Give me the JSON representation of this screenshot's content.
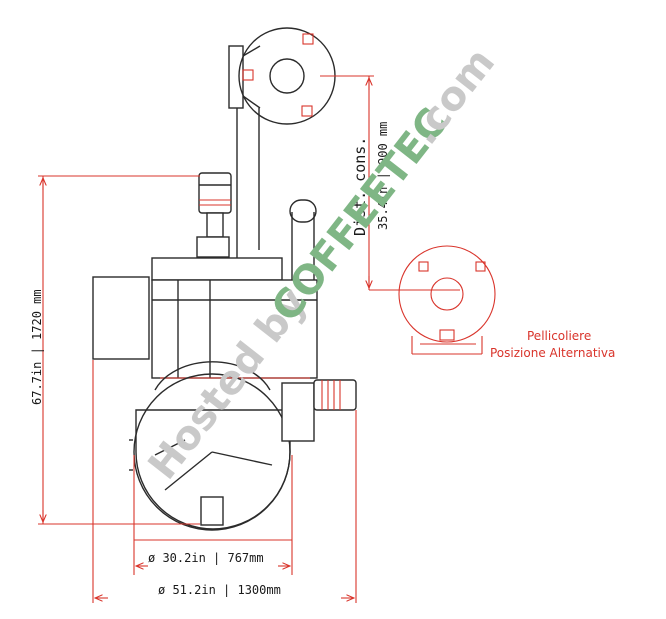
{
  "dimensions": {
    "height": "67.7in | 1720 mm",
    "drum_diameter": "ø 30.2in | 767mm",
    "overall_diameter": "ø 51.2in | 1300mm",
    "distance_label": "Dist. cons.",
    "distance_value": "35.4in | 900 mm"
  },
  "annotation": {
    "line1": "Pellicoliere",
    "line2": "Posizione Alternativa"
  },
  "watermark": {
    "prefix": "Hosted by",
    "brand": "COFFEETEC",
    "suffix": ".com"
  },
  "colors": {
    "dimension_red": "#d9342b",
    "ink": "#2b2b2b",
    "watermark_gray": "#c9c9c9",
    "watermark_green": "#7fb685"
  }
}
